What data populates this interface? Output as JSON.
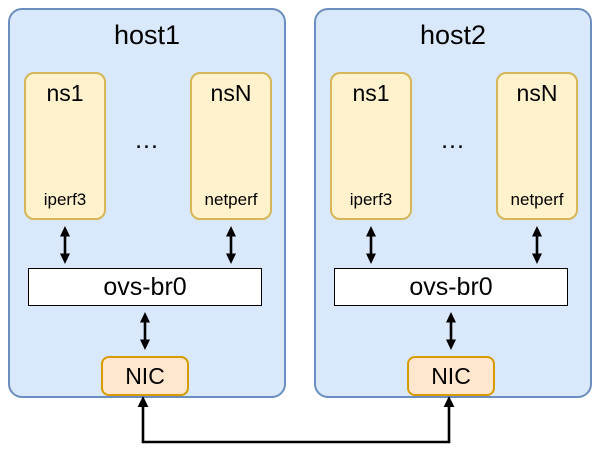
{
  "colors": {
    "canvas_bg": "#ffffff",
    "host_fill": "#dae8fc",
    "host_border": "#6c8ebf",
    "ns_fill": "#fff2cc",
    "ns_border": "#d6b656",
    "nic_fill": "#ffe6cc",
    "nic_border": "#d79b00",
    "bridge_fill": "#ffffff",
    "bridge_border": "#000000",
    "arrow_color": "#000000"
  },
  "hosts": [
    {
      "title": "host1",
      "namespaces": [
        {
          "name": "ns1",
          "app": "iperf3"
        },
        {
          "name": "nsN",
          "app": "netperf"
        }
      ],
      "ellipsis": "...",
      "bridge_label": "ovs-br0",
      "nic_label": "NIC"
    },
    {
      "title": "host2",
      "namespaces": [
        {
          "name": "ns1",
          "app": "iperf3"
        },
        {
          "name": "nsN",
          "app": "netperf"
        }
      ],
      "ellipsis": "...",
      "bridge_label": "ovs-br0",
      "nic_label": "NIC"
    }
  ]
}
